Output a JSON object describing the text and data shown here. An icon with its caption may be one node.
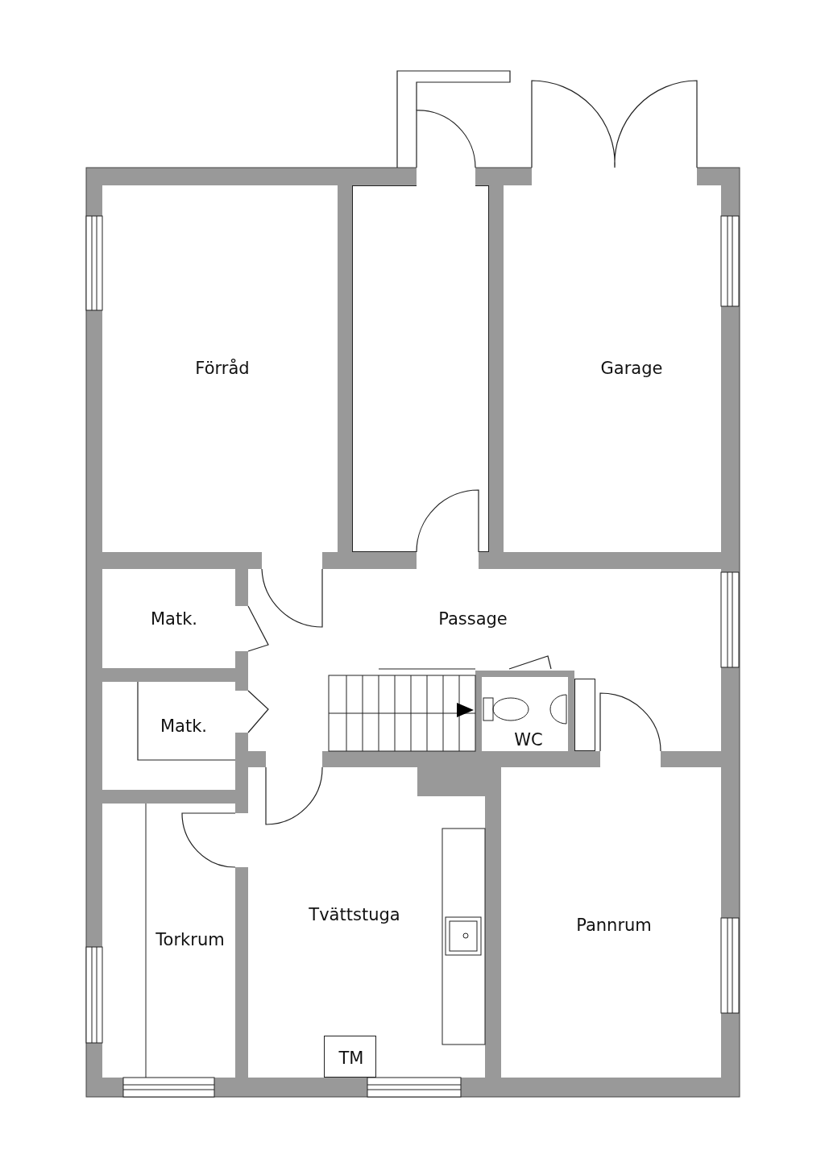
{
  "diagram": {
    "nodes": [
      {
        "text": [
          "Förråd"
        ]
      },
      {
        "text": [],
        "shape": "box"
      },
      {
        "text": [
          "Garage"
        ]
      },
      {
        "text": [
          "Matk."
        ]
      },
      {
        "text": [
          "Passage"
        ]
      },
      {
        "text": [
          "Matk."
        ]
      },
      {
        "text": [
          "WC"
        ],
        "in": 4
      },
      {
        "text": [],
        "shape": "box",
        "in": 4
      },
      {
        "text": [
          "Torkrum"
        ]
      },
      {
        "text": [
          "Tvättstuga"
        ]
      },
      {
        "text": [
          "TM"
        ],
        "in": 9
      },
      {
        "text": [
          "Pannrum"
        ]
      }
    ],
    "edges": []
  }
}
